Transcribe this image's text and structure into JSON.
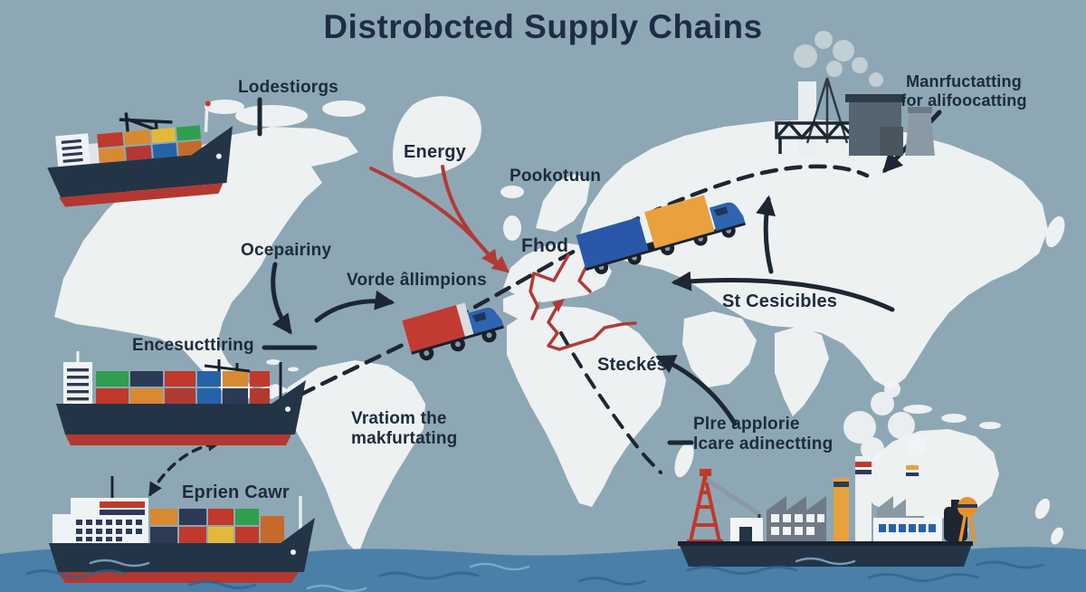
{
  "title": "Distrobcted Supply Chains",
  "labels": {
    "lodestiorgs": "Lodestiorgs",
    "energy": "Energy",
    "pookotuun": "Pookotuun",
    "ocepairiny": "Ocepairiny",
    "vorde_allimpions": "Vorde âllimpions",
    "fhod": "Fhod",
    "encesucttiring": "Encesucttiring",
    "st_cesicibles": "St Cesicibles",
    "steckes": "Steckés",
    "vratiom_line1": "Vratiom the",
    "vratiom_line2": "makfurtating",
    "plre_line1": "Plre applorie",
    "plre_line2": "lcare adinectting",
    "eprien_cawr": "Eprien Cawr",
    "manufacturing_line1": "Manrfuctatting",
    "manufacturing_line2": "for alifoocatting"
  },
  "palette": {
    "background": "#8ea7b4",
    "land": "#edf1f2",
    "ink": "#1c2733",
    "label_text": "#1d2b3c",
    "title_text": "#1f2c45",
    "red_accent": "#b13a36",
    "ship_hull": "#243447",
    "keel_red": "#b3382f",
    "container_orange": "#d9892f",
    "container_green": "#2e9e4f",
    "container_blue": "#2563a8",
    "container_red": "#c0392b",
    "truck_cab_blue": "#2f64b0",
    "trailer_yellow": "#e8a13c",
    "factory_gray": "#6e7b87",
    "water": "#4a80a8"
  },
  "illustrations": [
    "world-map",
    "cargo-ship-top-left",
    "cargo-ship-middle-left",
    "cargo-ship-bottom-left",
    "industrial-barge",
    "factory-silhouette",
    "truck-red-trailer",
    "truck-two-trailers",
    "dashed-shipping-route",
    "red-disruption-zigzag",
    "ocean-water"
  ]
}
